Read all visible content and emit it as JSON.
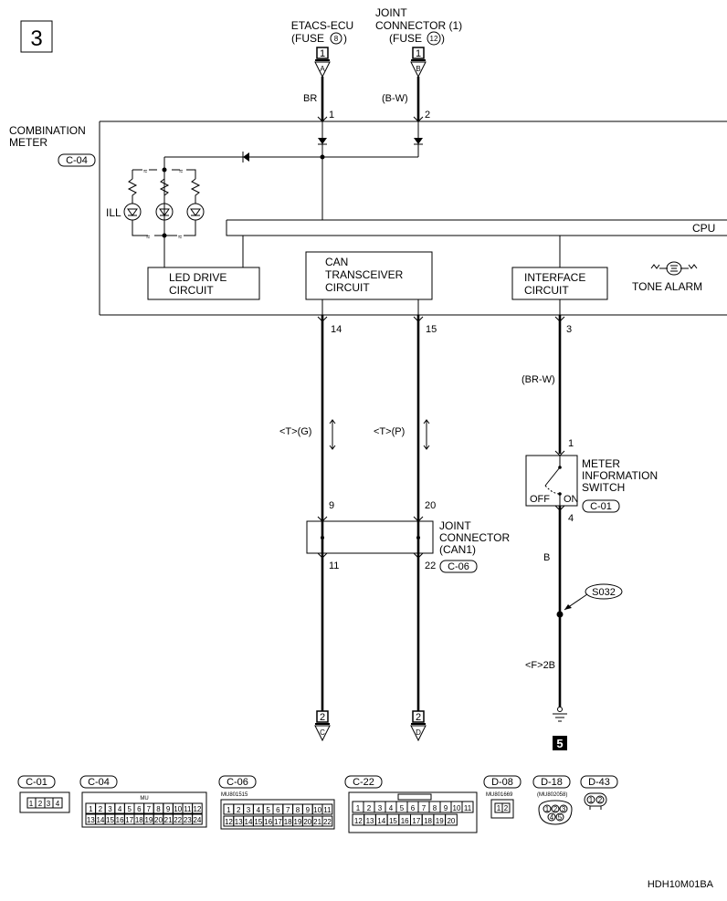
{
  "page_number": "3",
  "sources": {
    "etacs_line1": "ETACS-ECU",
    "etacs_line2": "(FUSE",
    "etacs_fuse": "8",
    "joint_line1": "JOINT",
    "joint_line2": "CONNECTOR (1)",
    "joint_line3": "(FUSE",
    "joint_fuse": "12",
    "close_paren": ")",
    "ref_box": "1",
    "left_pin": "A",
    "right_pin": "B"
  },
  "wires": {
    "br": "BR",
    "bw": "(B-W)",
    "brw": "(BR-W)",
    "b": "B",
    "can_h": "<T>(G)",
    "can_l": "<T>(P)",
    "ground_note": "<F>2B"
  },
  "terminals": {
    "t1": "1",
    "t2": "2",
    "t14": "14",
    "t15": "15",
    "t3": "3",
    "t9": "9",
    "t20": "20",
    "t11": "11",
    "t22": "22",
    "sw1": "1",
    "sw4": "4"
  },
  "combination_meter": {
    "label_line1": "COMBINATION",
    "label_line2": "METER",
    "connector": "C-04",
    "ill": "ILL",
    "cpu": "CPU",
    "led_line1": "LED DRIVE",
    "led_line2": "CIRCUIT",
    "can_line1": "CAN",
    "can_line2": "TRANSCEIVER",
    "can_line3": "CIRCUIT",
    "if_line1": "INTERFACE",
    "if_line2": "CIRCUIT",
    "tone": "TONE ALARM"
  },
  "switch": {
    "line1": "METER",
    "line2": "INFORMATION",
    "line3": "SWITCH",
    "off": "OFF",
    "on": "ON",
    "connector": "C-01"
  },
  "joint_can": {
    "line1": "JOINT",
    "line2": "CONNECTOR",
    "line3": "(CAN1)",
    "connector": "C-06"
  },
  "splice": "S032",
  "ground_ref": "5",
  "destinations": {
    "page": "2",
    "c": "C",
    "d": "D"
  },
  "connectors": [
    {
      "id": "C-01",
      "pins": [
        "1",
        "2",
        "3",
        "4"
      ]
    },
    {
      "id": "C-04",
      "part": "MU",
      "row1": [
        "1",
        "2",
        "3",
        "4",
        "5",
        "6",
        "7",
        "8",
        "9",
        "10",
        "11",
        "12"
      ],
      "row2": [
        "13",
        "14",
        "15",
        "16",
        "17",
        "18",
        "19",
        "20",
        "21",
        "22",
        "23",
        "24"
      ]
    },
    {
      "id": "C-06",
      "part": "MU801515",
      "row1": [
        "1",
        "2",
        "3",
        "4",
        "5",
        "6",
        "7",
        "8",
        "9",
        "10",
        "11"
      ],
      "row2": [
        "12",
        "13",
        "14",
        "15",
        "16",
        "17",
        "18",
        "19",
        "20",
        "21",
        "22"
      ]
    },
    {
      "id": "C-22",
      "row1": [
        "1",
        "2",
        "3",
        "4",
        "5",
        "6",
        "7",
        "8",
        "9",
        "10",
        "11"
      ],
      "row2": [
        "12",
        "13",
        "14",
        "15",
        "16",
        "17",
        "18",
        "19",
        "20"
      ]
    },
    {
      "id": "D-08",
      "part": "MU801669",
      "pins": [
        "1",
        "2"
      ]
    },
    {
      "id": "D-18",
      "part": "(MU802058)",
      "row1": [
        "1",
        "2",
        "3"
      ],
      "row2": [
        "4",
        "5"
      ]
    },
    {
      "id": "D-43",
      "pins": [
        "1",
        "2"
      ]
    }
  ],
  "footer_code": "HDH10M01BA"
}
